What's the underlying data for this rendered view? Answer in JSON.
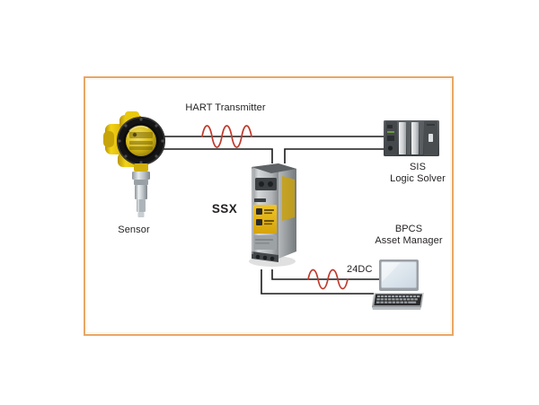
{
  "diagram": {
    "title": "SSX HART loop interface block diagram",
    "frame_color": "#e8a766",
    "background": "#ffffff",
    "labels": {
      "hart_transmitter": "HART Transmitter",
      "sensor": "Sensor",
      "ssx": "SSX",
      "sis_line1": "SIS",
      "sis_line2": "Logic Solver",
      "bpcs_line1": "BPCS",
      "bpcs_line2": "Asset Manager",
      "power_24dc": "24DC"
    },
    "signal_colors": {
      "wire": "#1a1a1a",
      "hart_wave": "#c0392b",
      "dc_wave": "#c0392b"
    },
    "nodes": [
      {
        "id": "sensor",
        "name": "Sensor",
        "kind": "field-transmitter",
        "colors": {
          "body": "#e8c60c",
          "bezel": "#1c1c1c",
          "probe": "#c9cdd0"
        }
      },
      {
        "id": "ssx",
        "name": "SSX",
        "kind": "din-rail-module",
        "colors": {
          "body": "#b9bcbe",
          "panel": "#e8b817",
          "top": "#6d6f71"
        }
      },
      {
        "id": "sis",
        "name": "SIS Logic Solver",
        "kind": "plc-rack",
        "colors": {
          "body": "#4a4d50",
          "slots": "#d7d9da"
        }
      },
      {
        "id": "bpcs",
        "name": "BPCS Asset Manager",
        "kind": "laptop",
        "colors": {
          "screen": "#dfe7ee",
          "case": "#9aa0a5",
          "keys": "#2b2b2b"
        }
      }
    ],
    "connections": [
      {
        "from": "sensor",
        "to": "sis",
        "signal": "HART Transmitter"
      },
      {
        "from": "sensor",
        "to": "ssx",
        "signal": "HART Transmitter"
      },
      {
        "from": "ssx",
        "to": "sis",
        "signal": ""
      },
      {
        "from": "ssx",
        "to": "bpcs",
        "signal": "24DC"
      }
    ]
  }
}
